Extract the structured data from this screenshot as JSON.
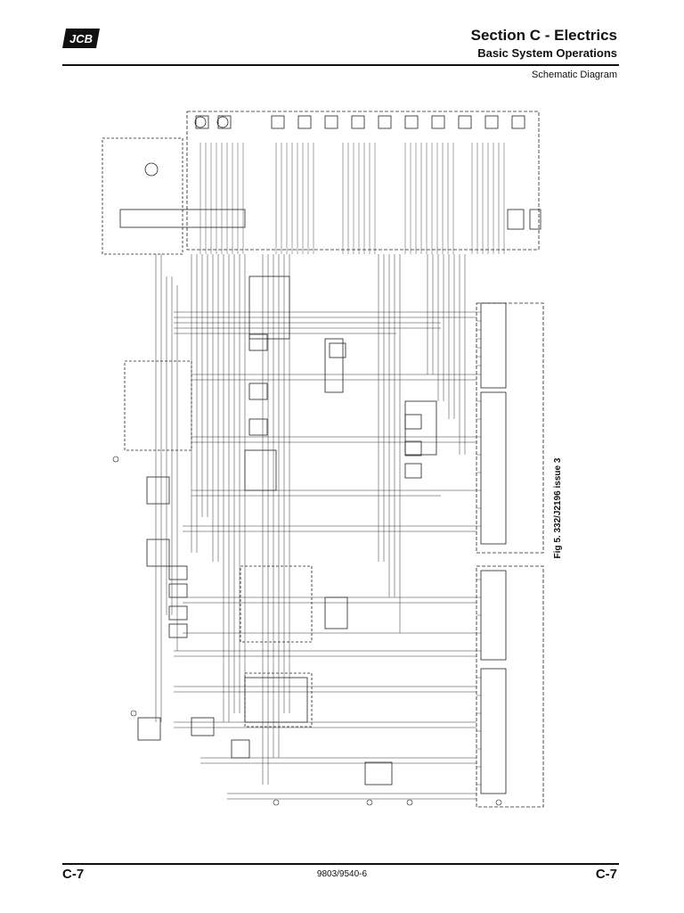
{
  "header": {
    "logo_text": "JCB",
    "section_title": "Section C - Electrics",
    "subtitle": "Basic System Operations",
    "page_label": "Schematic Diagram"
  },
  "diagram": {
    "caption": "Fig 5. 332/J2196 issue 3"
  },
  "footer": {
    "left_page": "C-7",
    "doc_number": "9803/9540-6",
    "right_page": "C-7"
  }
}
